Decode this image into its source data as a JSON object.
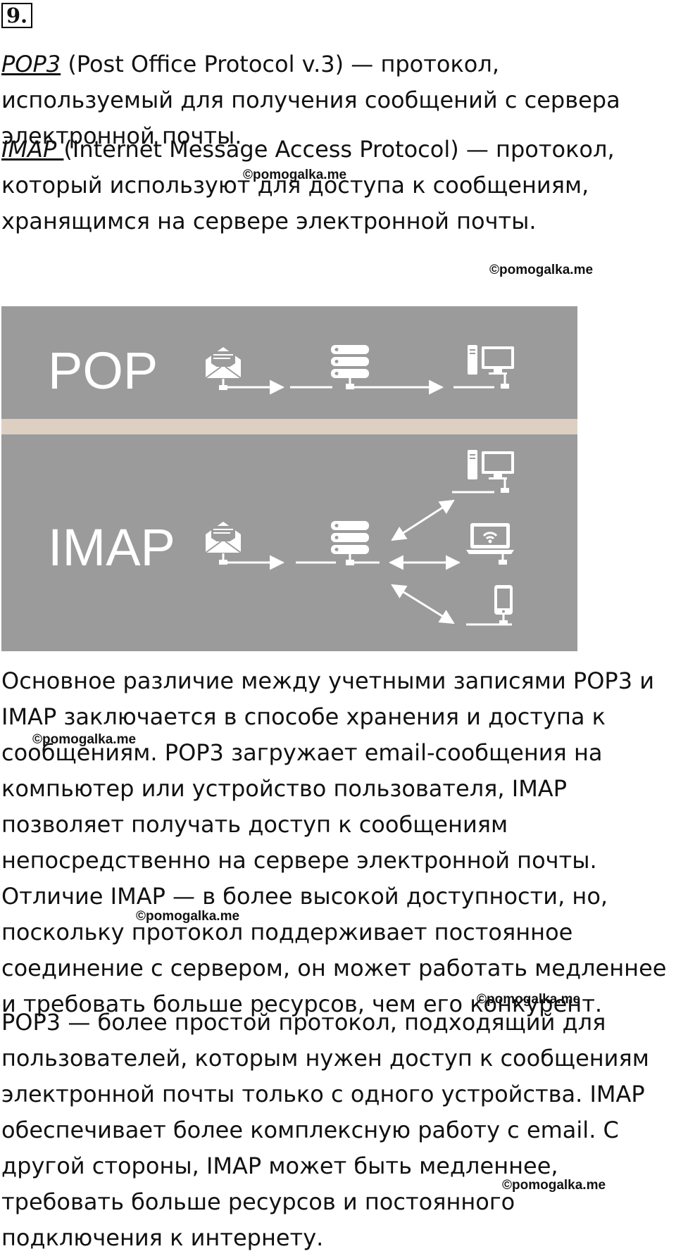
{
  "task_number": "9.",
  "intro": {
    "pop3": {
      "term": "POP3",
      "text": " (Post Office Protocol v.3) — протокол, используемый для получения сообщений с сервера электронной почты."
    },
    "imap": {
      "term": "IMAP ",
      "text": "(Internet Message Access Protocol) — протокол, который используют для доступа к сообщениям, хранящимся на сервере электронной почты."
    }
  },
  "watermark": "©pomogalka.me",
  "diagram": {
    "pop_label": "POP",
    "imap_label": "IMAP",
    "colors": {
      "panel": "#9b9b9b",
      "separator": "#ddd0c3",
      "icon": "#ffffff"
    },
    "pop_flow": [
      "envelope-icon",
      "server-icon",
      "desktop-icon"
    ],
    "imap_flow": [
      "envelope-icon",
      "server-icon",
      "desktop-icon",
      "laptop-wifi-icon",
      "phone-icon"
    ]
  },
  "body_paragraphs": [
    "Основное различие между учетными записями POP3 и IMAP заключается в способе хранения и доступа к сообщениям. POP3 загружает email-сообщения на компьютер или устройство пользователя, IMAP позволяет получать доступ к сообщениям непосредственно на сервере электронной почты. Отличие IMAP — в более высокой доступности, но, поскольку протокол поддерживает постоянное соединение с сервером, он может работать медленнее и требовать больше ресурсов, чем его конкурент.",
    "POP3 — более простой протокол, подходящий для пользователей, которым нужен доступ к сообщениям электронной почты только с одного устройства. IMAP обеспечивает более комплексную работу с email. С другой стороны, IMAP может быть медленнее, требовать больше ресурсов и постоянного подключения к интернету."
  ]
}
